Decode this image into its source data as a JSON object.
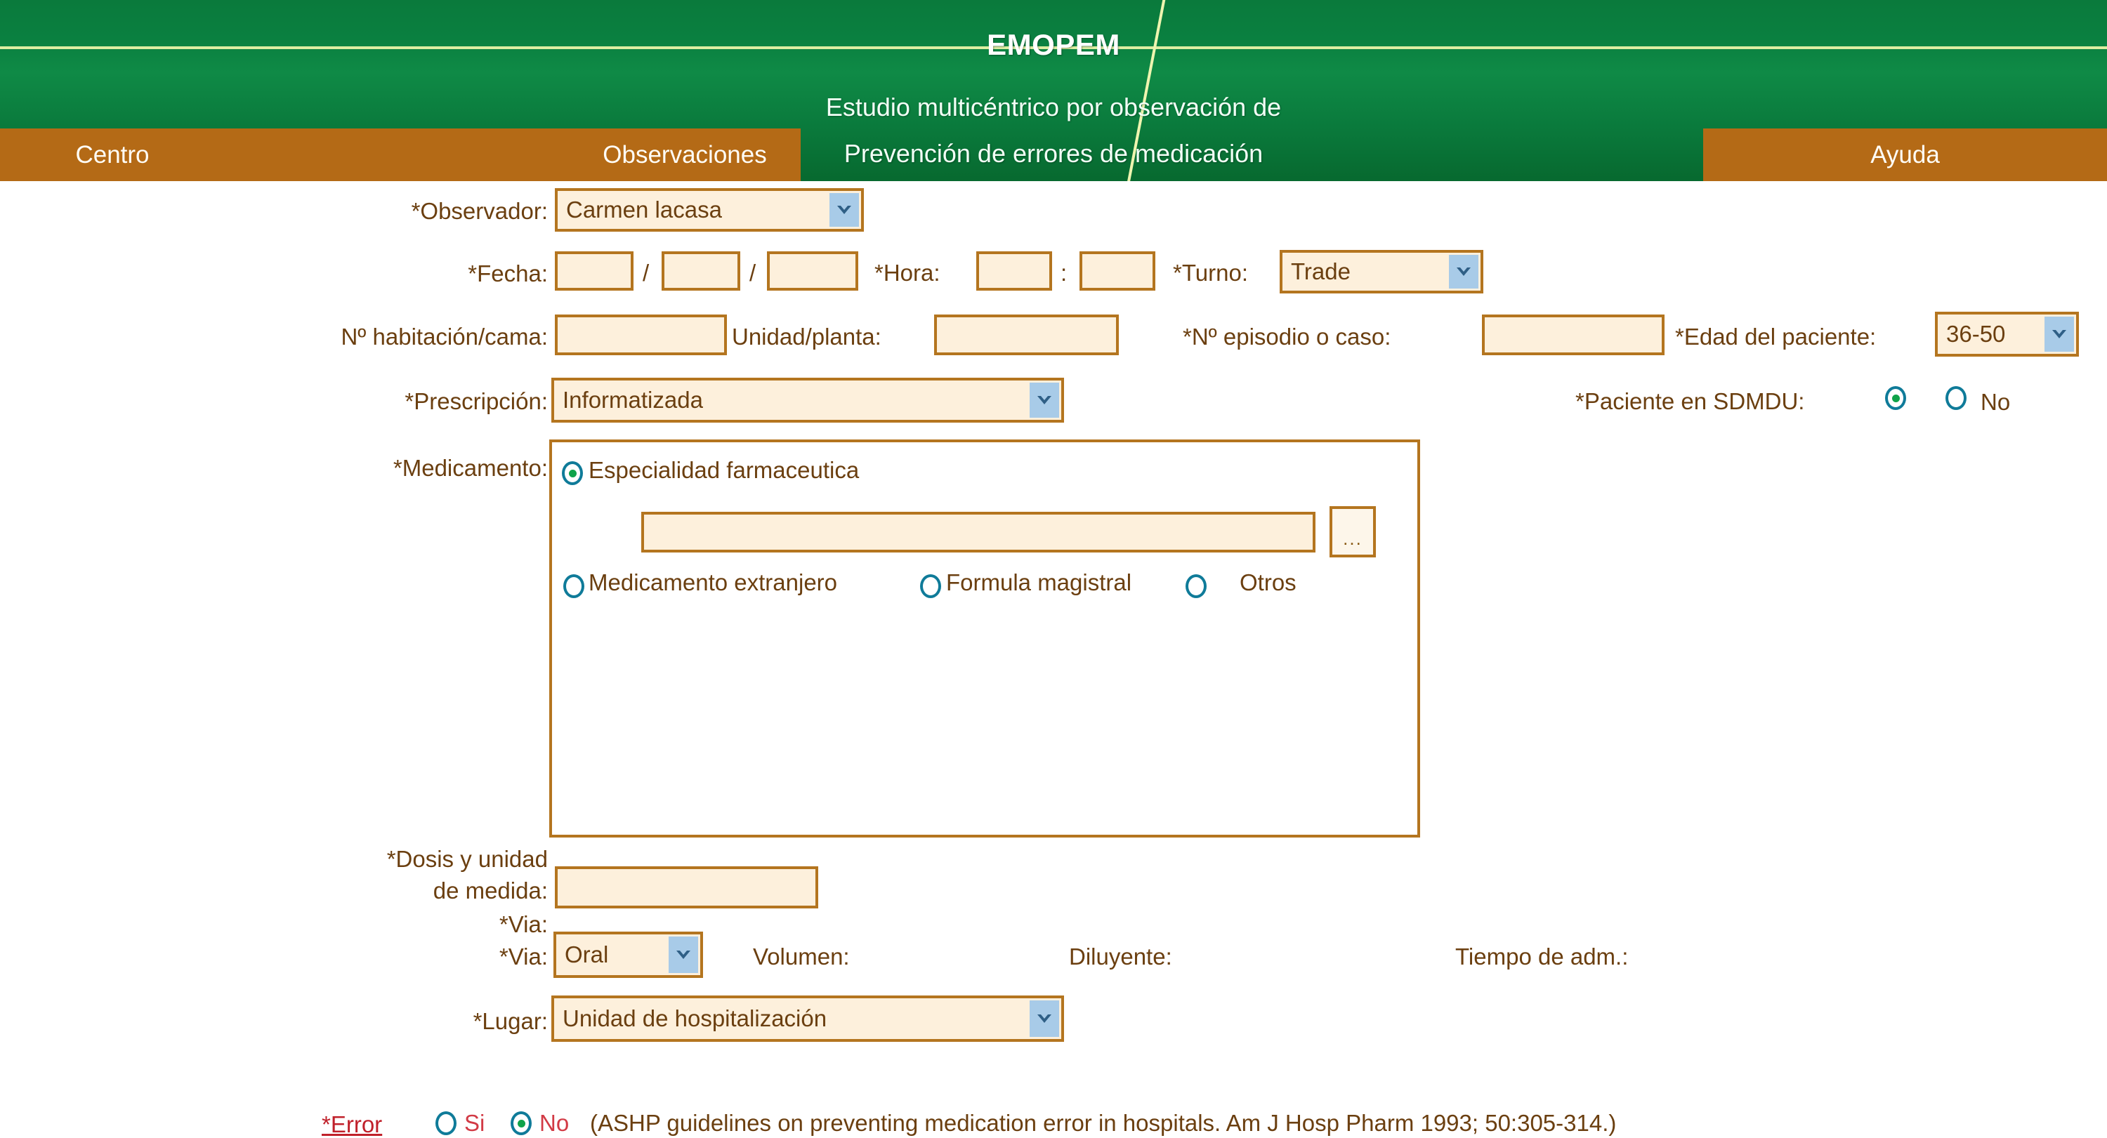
{
  "header": {
    "title": "EMOPEM",
    "subtitle_line1": "Estudio multicéntrico por observación de",
    "subtitle_line2": "Prevención de errores de medicación",
    "green": "#0a7a3c",
    "accent_line": "#e8f2a8"
  },
  "nav": {
    "bg": "#b46a16",
    "items": [
      {
        "label": "Centro"
      },
      {
        "label": "Observaciones"
      },
      {
        "label": "Ayuda"
      }
    ]
  },
  "form": {
    "field_bg": "#fdf0dc",
    "field_border": "#b4751f",
    "label_color": "#6b3f10",
    "arrow_bg": "#a8cbe8",
    "radio_color": "#0f7b99",
    "radio_dot_color": "#0fa34a",
    "observador": {
      "label": "*Observador:",
      "value": "Carmen lacasa"
    },
    "fecha": {
      "label": "*Fecha:",
      "day": "",
      "month": "",
      "year": "",
      "sep": "/"
    },
    "hora": {
      "label": "*Hora:",
      "hh": "",
      "mm": "",
      "sep": ":"
    },
    "turno": {
      "label": "*Turno:",
      "value": "Trade"
    },
    "habitacion": {
      "label": "Nº habitación/cama:",
      "value": ""
    },
    "unidad": {
      "label": "Unidad/planta:",
      "value": ""
    },
    "episodio": {
      "label": "*Nº episodio o caso:",
      "value": ""
    },
    "edad": {
      "label": "*Edad del paciente:",
      "value": "36-50"
    },
    "prescripcion": {
      "label": "*Prescripción:",
      "value": "Informatizada"
    },
    "sdmdu": {
      "label": "*Paciente en SDMDU:",
      "yes_selected": true,
      "no_label": "No"
    },
    "medicamento": {
      "label": "*Medicamento:",
      "option_especialidad": "Especialidad farmaceutica",
      "especialidad_selected": true,
      "search_value": "",
      "browse_button": "...",
      "option_extranjero": "Medicamento extranjero",
      "option_formula": "Formula magistral",
      "option_otros": "Otros"
    },
    "dosis": {
      "label_line1": "*Dosis y unidad",
      "label_line2": "de medida:",
      "value": ""
    },
    "via": {
      "label": "*Via:",
      "value": "Oral"
    },
    "volumen": {
      "label": "Volumen:"
    },
    "diluyente": {
      "label": "Diluyente:"
    },
    "tiempo": {
      "label": "Tiempo de adm.:"
    },
    "lugar": {
      "label": "*Lugar:",
      "value": "Unidad de hospitalización"
    },
    "error": {
      "link_label": "*Error",
      "yes_label": "Si",
      "no_label": "No",
      "no_selected": true,
      "citation": "(ASHP guidelines on preventing medication error in hospitals. Am J Hosp Pharm 1993; 50:305-314.)"
    }
  }
}
